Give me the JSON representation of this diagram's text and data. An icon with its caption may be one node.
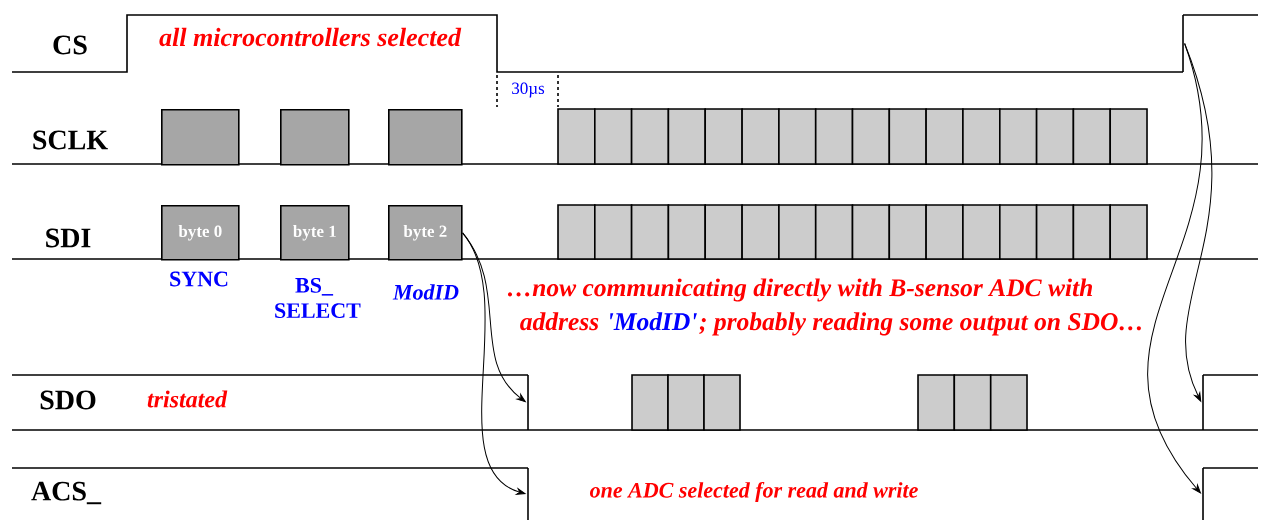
{
  "diagram": {
    "nodes": [
      {
        "text": [],
        "shape": "box"
      },
      {
        "text": [],
        "shape": "box"
      },
      {
        "text": [],
        "shape": "box"
      },
      {
        "text": [
          "byte 0"
        ],
        "beside": [
          "SYNC"
        ]
      },
      {
        "text": [
          "byte 1"
        ],
        "beside": [
          "BS_ SELECT"
        ]
      },
      {
        "text": [
          "byte 2"
        ],
        "beside": [
          "ModID"
        ]
      },
      {
        "text": [],
        "shape": "bar"
      },
      {
        "text": [],
        "shape": "bar"
      },
      {
        "text": [],
        "shape": "bar"
      },
      {
        "text": [],
        "shape": "bar"
      },
      {
        "text": [],
        "shape": "bar"
      }
    ],
    "edges": [
      {
        "from": 5,
        "to": 6,
        "arrow": "to"
      },
      {
        "from": 5,
        "to": 7,
        "arrow": "to"
      },
      {
        "from": 8,
        "to": 9,
        "arrow": "to"
      },
      {
        "from": 8,
        "to": 10,
        "arrow": "to"
      }
    ],
    "labels": [
      "CS",
      "all microcontrollers selected",
      "30µs",
      "SCLK",
      "SDI",
      "…now communicating directly with B-sensor ADC with",
      "address",
      "'ModID'",
      "; probably reading some output on SDO…",
      "SDO",
      "tristated",
      "ACS_",
      "one ADC selected for read and write"
    ]
  }
}
